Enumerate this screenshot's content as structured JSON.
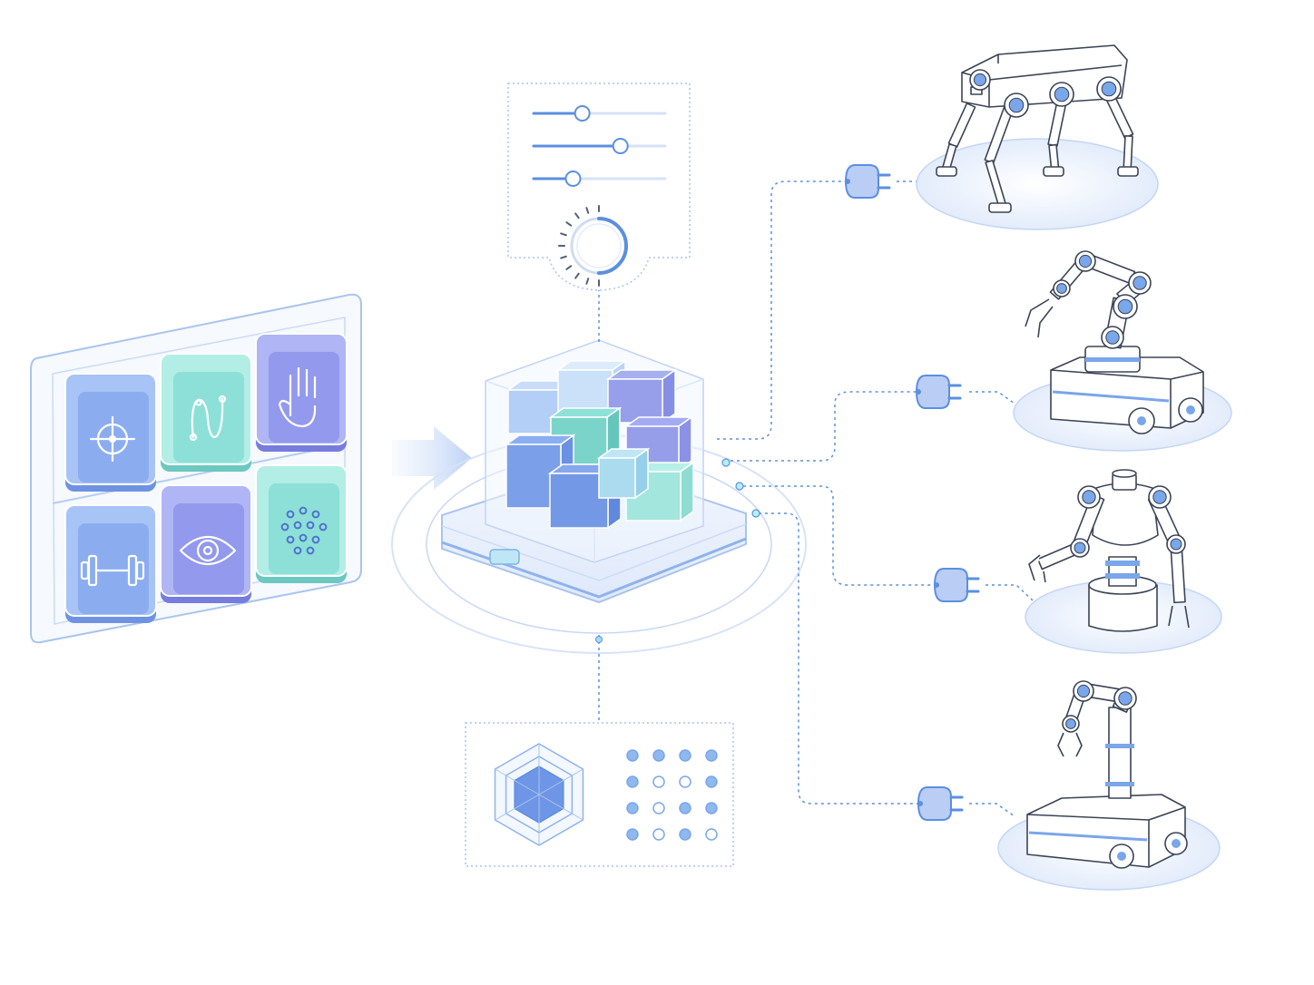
{
  "colors": {
    "line": "#5b8fe0",
    "line_light": "#b8cdf2",
    "panel_stroke": "#9fbce9",
    "blue": "#7fa6ea",
    "blue_dark": "#5f86df",
    "teal": "#86e0d6",
    "violet": "#8f95ea",
    "platform": "#e6eefc"
  },
  "skill_tiles": [
    {
      "icon": "crosshair-icon",
      "color": "blue"
    },
    {
      "icon": "trajectory-curve-icon",
      "color": "teal"
    },
    {
      "icon": "hand-icon",
      "color": "violet"
    },
    {
      "icon": "dumbbell-icon",
      "color": "blue"
    },
    {
      "icon": "eye-icon",
      "color": "violet"
    },
    {
      "icon": "dot-grid-icon",
      "color": "teal"
    }
  ],
  "control_panel": {
    "sliders": [
      0.37,
      0.66,
      0.3
    ],
    "dial_level": 0.5
  },
  "robots": [
    {
      "name": "quadruped-robot"
    },
    {
      "name": "mobile-manipulator-robot"
    },
    {
      "name": "humanoid-torso-robot"
    },
    {
      "name": "mobile-arm-robot"
    }
  ],
  "analytics_panel": {
    "dot_matrix": [
      [
        1,
        1,
        1,
        1
      ],
      [
        1,
        0,
        0,
        1
      ],
      [
        1,
        0,
        1,
        1
      ],
      [
        1,
        0,
        1,
        0
      ]
    ]
  }
}
